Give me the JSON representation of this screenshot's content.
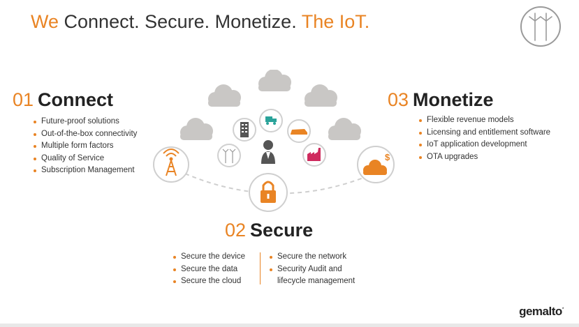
{
  "title": {
    "part1": "We",
    "part2": " Connect. Secure. Monetize. ",
    "part3": "The IoT."
  },
  "connect": {
    "number": "01",
    "heading": "Connect",
    "items": [
      "Future-proof solutions",
      "Out-of-the-box connectivity",
      "Multiple form factors",
      "Quality of Service",
      "Subscription Management"
    ]
  },
  "monetize": {
    "number": "03",
    "heading": "Monetize",
    "items": [
      "Flexible revenue models",
      "Licensing and entitlement software",
      "IoT application development",
      "OTA upgrades"
    ]
  },
  "secure": {
    "number": "02",
    "heading": "Secure",
    "items_left": [
      "Secure the device",
      "Secure the data",
      "Secure the cloud"
    ],
    "items_right": [
      "Secure the network",
      "Security Audit and",
      "lifecycle management"
    ]
  },
  "logo": {
    "text": "gemalto",
    "mark": "*"
  },
  "colors": {
    "accent": "#e98424",
    "text": "#333333",
    "cloud": "#c9c7c5",
    "pink": "#cf2b5e",
    "teal": "#2aa39a"
  },
  "icons": [
    "wind-turbine-icon",
    "cloud-icon",
    "building-icon",
    "car-icon",
    "truck-icon",
    "person-icon",
    "factory-icon",
    "radio-tower-icon",
    "lock-icon",
    "cloud-dollar-icon"
  ]
}
